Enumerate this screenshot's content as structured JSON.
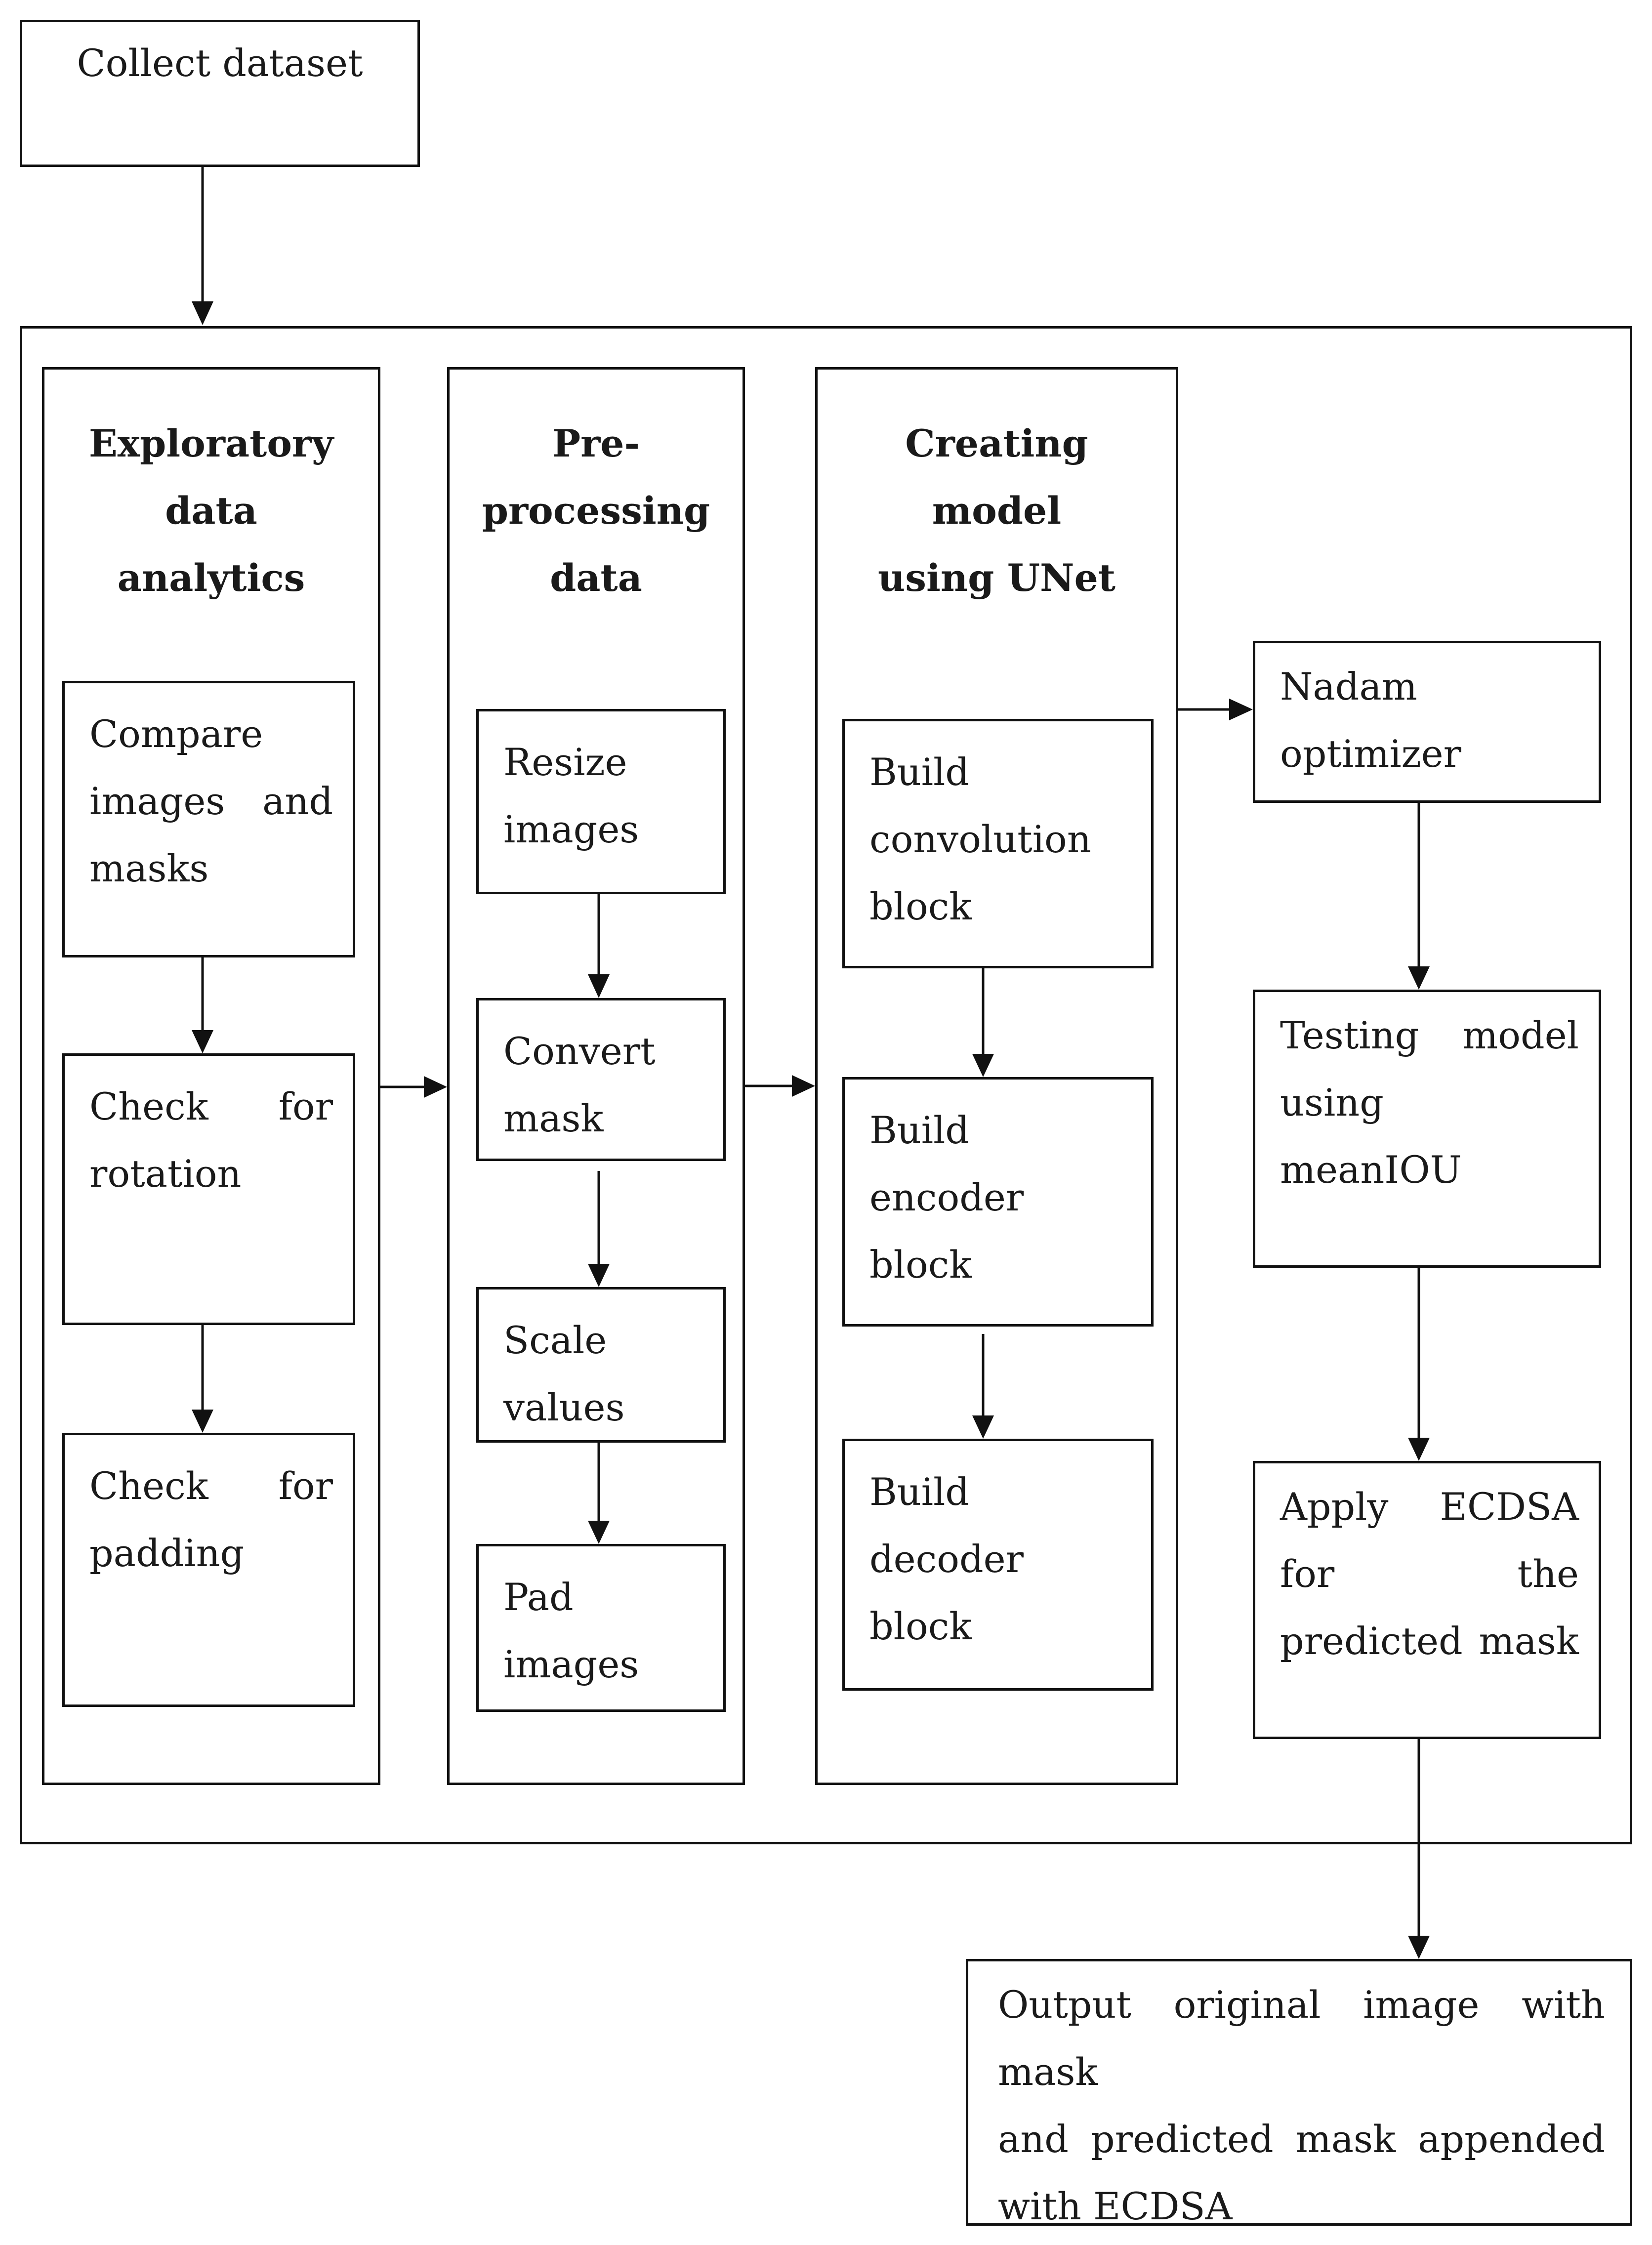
{
  "diagram": {
    "start": {
      "label": "Collect dataset"
    },
    "columns": {
      "eda": {
        "title": [
          "Exploratory",
          "data",
          "analytics"
        ],
        "steps": [
          [
            "Compare",
            "images and",
            "masks"
          ],
          [
            "Check for",
            "rotation"
          ],
          [
            "Check for",
            "padding"
          ]
        ]
      },
      "preprocessing": {
        "title": [
          "Pre-",
          "processing",
          "data"
        ],
        "steps": [
          [
            "Resize",
            "images"
          ],
          [
            "Convert",
            "mask"
          ],
          [
            "Scale",
            "values"
          ],
          [
            "Pad",
            "images"
          ]
        ]
      },
      "model": {
        "title": [
          "Creating",
          "model",
          "using UNet"
        ],
        "steps": [
          [
            "Build",
            "convolution",
            "block"
          ],
          [
            "Build",
            "encoder",
            "block"
          ],
          [
            "Build",
            "decoder",
            "block"
          ]
        ]
      }
    },
    "right": [
      [
        "Nadam",
        "optimizer"
      ],
      [
        "Testing model",
        "using",
        "meanIOU"
      ],
      [
        "Apply ECDSA",
        "for the",
        "predicted mask"
      ]
    ],
    "output": [
      "Output original image with mask",
      "and predicted mask appended",
      "with ECDSA"
    ]
  }
}
